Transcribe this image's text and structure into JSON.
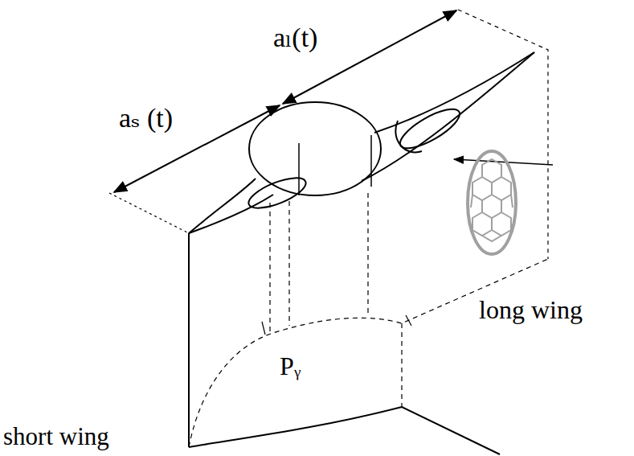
{
  "diagram": {
    "labels": [
      "aₗ(t)",
      "aₛ (t)",
      "Pᵧ",
      "long wing",
      "short wing"
    ]
  }
}
